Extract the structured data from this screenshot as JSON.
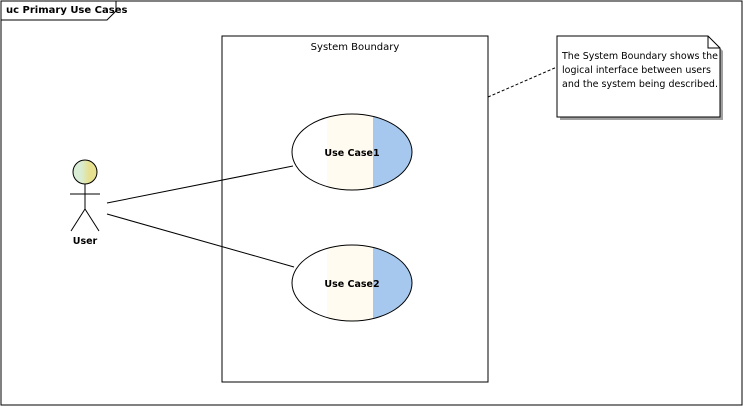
{
  "diagram": {
    "frame_title": "uc Primary Use Cases",
    "boundary_label": "System Boundary",
    "actor_label": "User",
    "use_cases": [
      {
        "label": "Use Case1"
      },
      {
        "label": "Use Case2"
      }
    ],
    "note_lines": [
      "The System Boundary shows the",
      "logical interface between users",
      "and the system being described."
    ]
  },
  "colors": {
    "usecase_fill": "#fffbf0",
    "usecase_accent": "#a6c8ee",
    "actor_head_left": "#d9edd4",
    "actor_head_right": "#e6e090",
    "note_fill": "#ffffff",
    "note_shadow": "#a0a0a0",
    "line": "#000000"
  }
}
